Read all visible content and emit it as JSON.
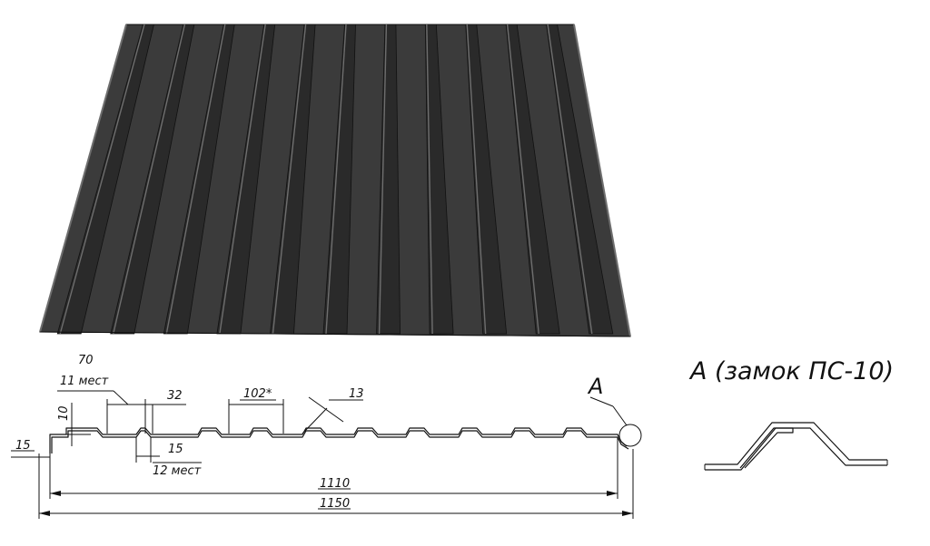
{
  "sheet": {
    "panel_color": "#3b3b3b",
    "rib_color": "#2a2a2a",
    "highlight_color": "#6e6e6e",
    "rib_count": 11
  },
  "dimensions": {
    "d70": "70",
    "d11_mest": "11 мест",
    "d32": "32",
    "d102": "102*",
    "d13": "13",
    "d10": "10",
    "d15_left": "15",
    "d15_mid": "15",
    "d12_mest": "12 мест",
    "d1110": "1110",
    "d1150": "1150"
  },
  "callout": {
    "letter": "A"
  },
  "detail": {
    "title": "A (замок ПС-10)"
  }
}
